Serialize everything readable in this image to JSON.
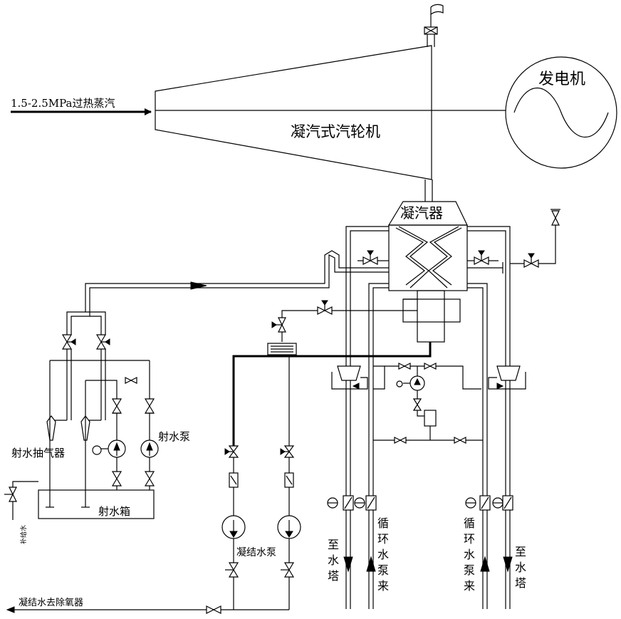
{
  "labels": {
    "steam_inlet": "1.5-2.5MPa过热蒸汽",
    "turbine": "凝汽式汽轮机",
    "generator": "发电机",
    "condenser": "凝汽器",
    "ejector": "射水抽气器",
    "jet_pump": "射水泵",
    "jet_tank": "射水箱",
    "condensate_pump": "凝结水泵",
    "condensate_out": "凝结水去除氧器",
    "to_tower_1": "至\n水\n塔",
    "from_circ_pump_1": "循\n环\n水\n泵\n来",
    "from_circ_pump_2": "循\n环\n水\n泵\n来",
    "to_tower_2": "至\n水\n塔",
    "makeup_water": "补给水"
  },
  "colors": {
    "line": "#000000",
    "background": "#ffffff"
  }
}
